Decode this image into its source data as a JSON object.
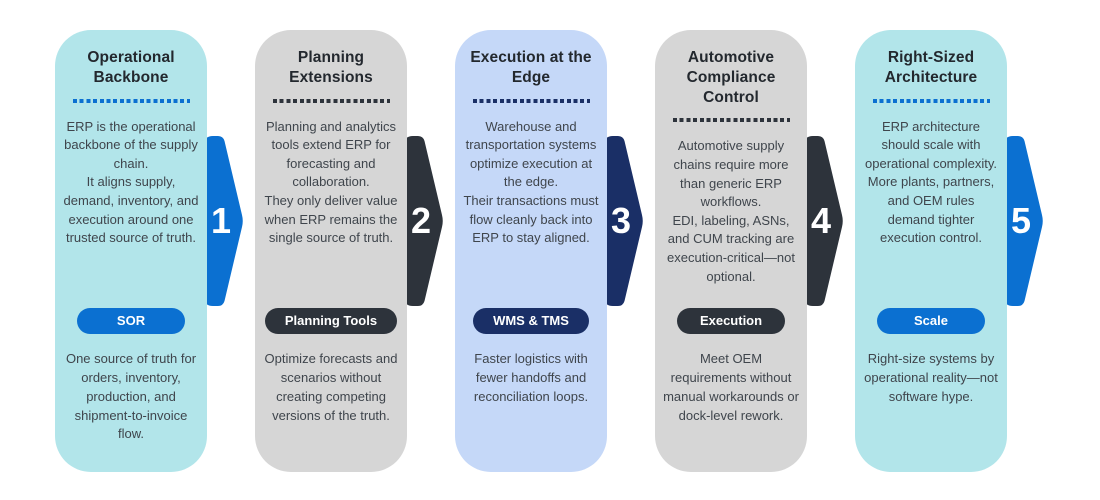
{
  "diagram": {
    "background": "#ffffff",
    "colors": {
      "accent_blue": "#0b70d1",
      "accent_dark": "#2d333b",
      "accent_navy": "#1a2f66",
      "card_teal": "#b2e5ea",
      "card_gray": "#d6d6d6",
      "card_periwinkle": "#c5d8f8",
      "title_text": "#23282e",
      "body_text": "#3f454c",
      "number_text": "#ffffff"
    },
    "steps": [
      {
        "number": "1",
        "title": "Operational Backbone",
        "body1": "ERP is the operational backbone of the supply chain.",
        "body2": "It aligns supply, demand, inventory, and execution around one trusted source of truth.",
        "badge": "SOR",
        "footer": "One source of truth for orders, inventory, production, and shipment-to-invoice flow."
      },
      {
        "number": "2",
        "title": "Planning Extensions",
        "body1": "Planning and analytics tools extend ERP for forecasting and collaboration.",
        "body2": "They only deliver value when ERP remains the single source of truth.",
        "badge": "Planning Tools",
        "footer": "Optimize forecasts and scenarios without creating competing versions of the truth."
      },
      {
        "number": "3",
        "title": "Execution at the Edge",
        "body1": "Warehouse and transportation systems optimize execution at the edge.",
        "body2": "Their transactions must flow cleanly back into ERP to stay aligned.",
        "badge": "WMS & TMS",
        "footer": "Faster logistics with fewer handoffs and reconciliation loops."
      },
      {
        "number": "4",
        "title": "Automotive Compliance Control",
        "body1": "Automotive supply chains require more than generic ERP workflows.",
        "body2": "EDI, labeling, ASNs, and CUM tracking are execution-critical—not optional.",
        "badge": "Execution",
        "footer": "Meet OEM requirements without manual workarounds or dock-level rework."
      },
      {
        "number": "5",
        "title": "Right-Sized Architecture",
        "body1": "ERP architecture should scale with operational complexity.",
        "body2": "More plants, partners, and OEM rules demand tighter execution control.",
        "badge": "Scale",
        "footer": "Right-size systems by operational reality—not software hype."
      }
    ]
  }
}
